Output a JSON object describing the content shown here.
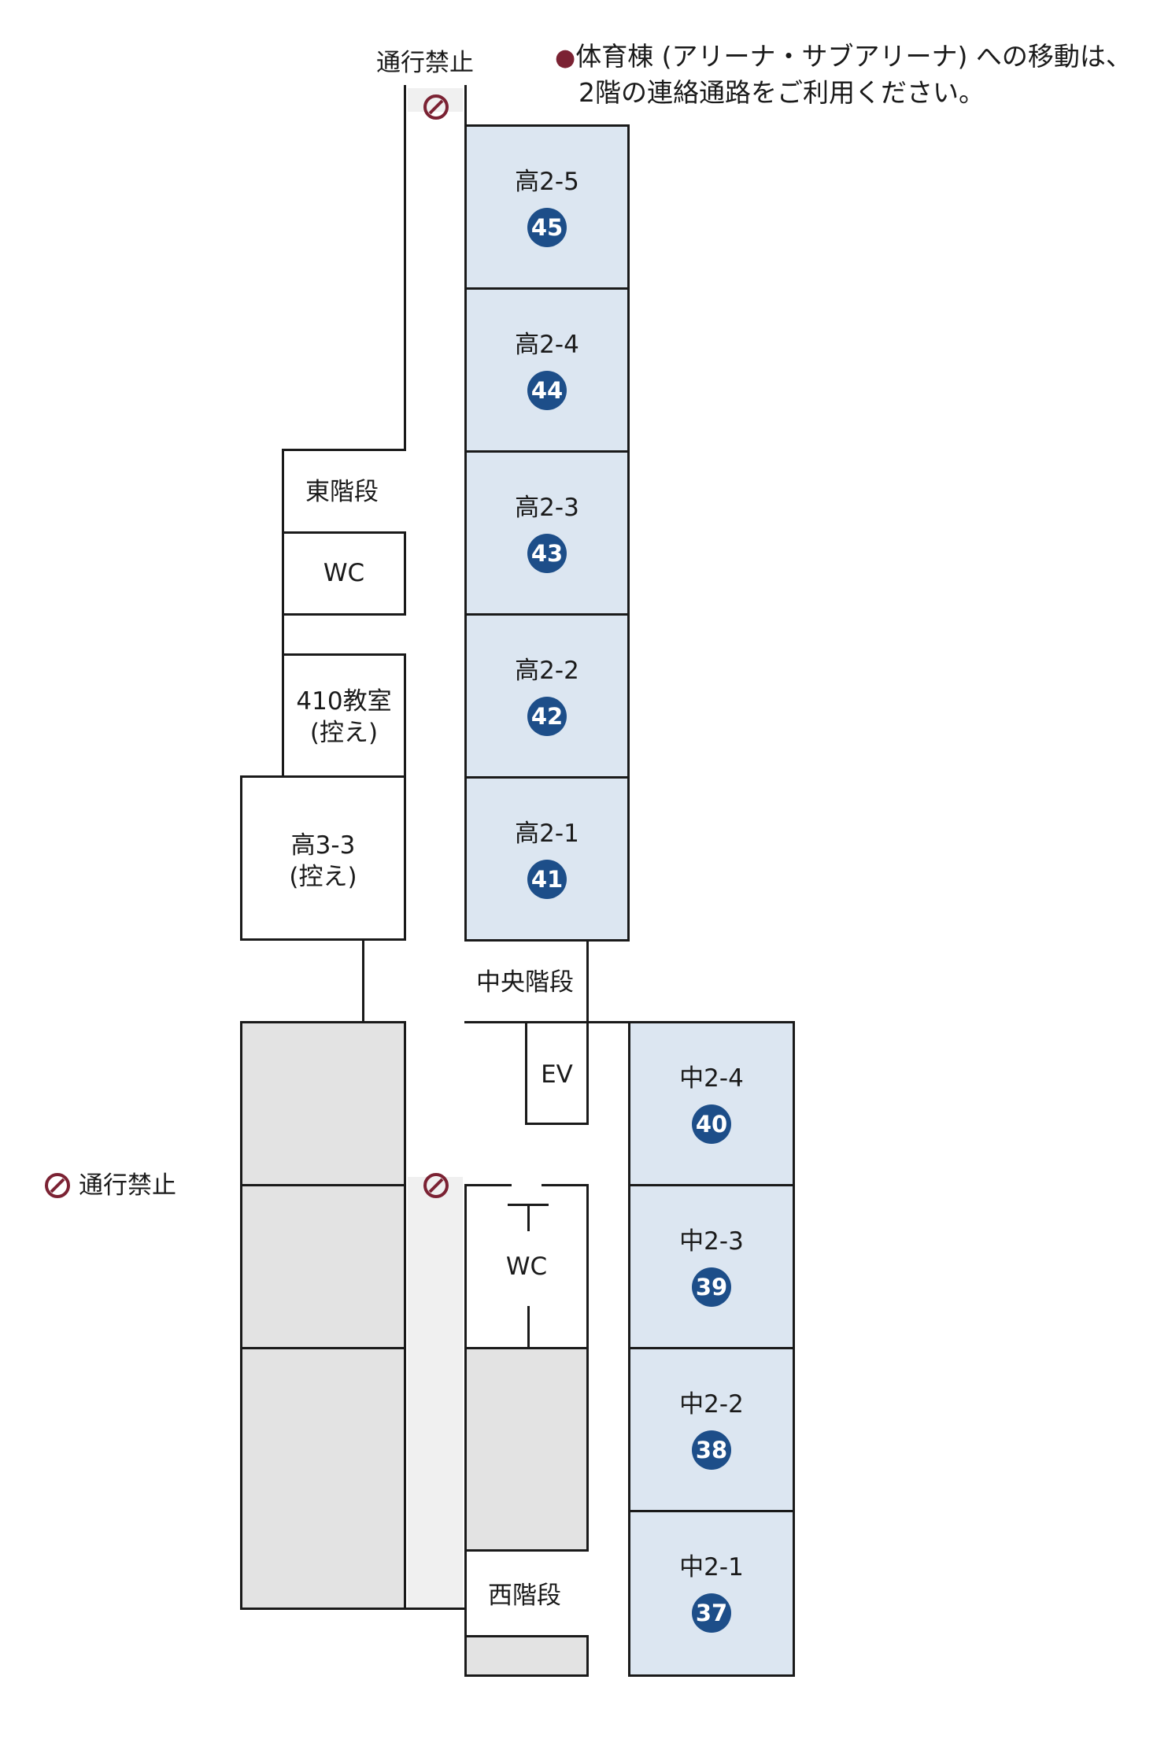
{
  "notice": {
    "line1": "体育棟 (アリーナ・サブアリーナ) への移動は、",
    "line2": "2階の連絡通路をご利用ください。"
  },
  "no_entry_label": "通行禁止",
  "classrooms_upper": [
    {
      "name": "高2-5",
      "num": "45"
    },
    {
      "name": "高2-4",
      "num": "44"
    },
    {
      "name": "高2-3",
      "num": "43"
    },
    {
      "name": "高2-2",
      "num": "42"
    },
    {
      "name": "高2-1",
      "num": "41"
    }
  ],
  "classrooms_lower": [
    {
      "name": "中2-4",
      "num": "40"
    },
    {
      "name": "中2-3",
      "num": "39"
    },
    {
      "name": "中2-2",
      "num": "38"
    },
    {
      "name": "中2-1",
      "num": "37"
    }
  ],
  "east_stairs": "東階段",
  "wc": "WC",
  "room410": {
    "line1": "410教室",
    "line2": "(控え)"
  },
  "koukou33": {
    "line1": "高3-3",
    "line2": "(控え)"
  },
  "central_stairs": "中央階段",
  "ev": "EV",
  "west_stairs": "西階段",
  "colors": {
    "classroom": "#dce6f1",
    "badge": "#1d4e89",
    "restricted": "#7b2233",
    "unused": "#e3e3e3"
  }
}
